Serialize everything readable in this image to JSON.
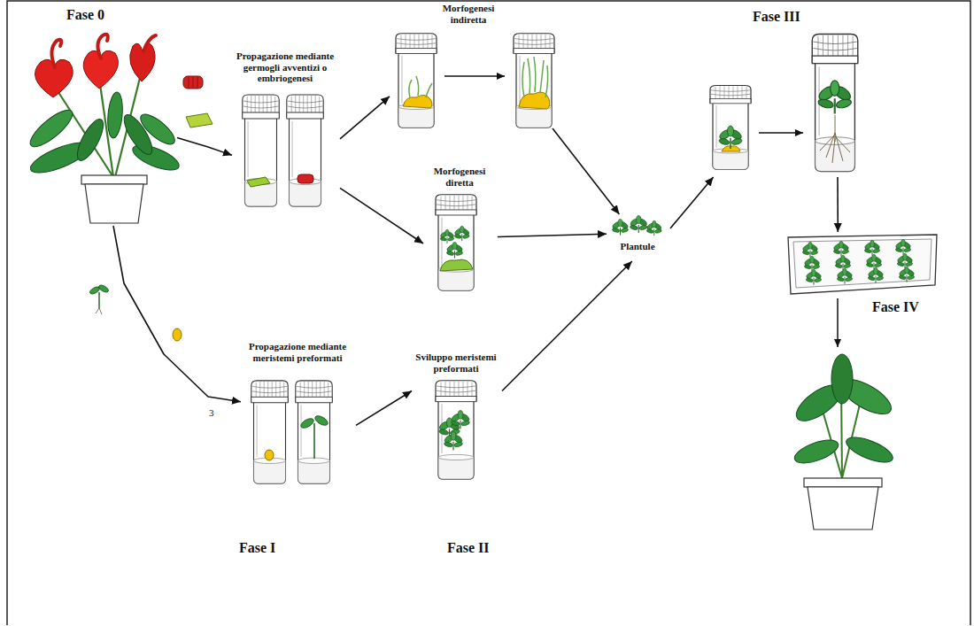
{
  "diagram": {
    "nodes": [
      {
        "text": [
          "Fase 0"
        ]
      },
      {
        "text": [
          "Propagazione mediante germogli avventizi o embriogenesi"
        ]
      },
      {
        "text": [
          "Morfogenesi indiretta"
        ]
      },
      {
        "text": [
          "Morfogenesi diretta"
        ]
      },
      {
        "text": [
          "Propagazione mediante meristemi preformati"
        ]
      },
      {
        "text": [
          "Sviluppo meristemi preformati"
        ]
      },
      {
        "text": [
          "Plantule"
        ]
      },
      {
        "text": [
          "Fase III"
        ]
      },
      {
        "text": [
          "Fase IV"
        ]
      }
    ],
    "edges": [
      {
        "from": 0,
        "to": 1,
        "arrow": "to"
      },
      {
        "from": 1,
        "to": 2,
        "arrow": "to"
      },
      {
        "from": 1,
        "to": 3,
        "arrow": "to"
      },
      {
        "from": 2,
        "to": 6,
        "arrow": "to"
      },
      {
        "from": 3,
        "to": 6,
        "arrow": "to"
      },
      {
        "from": 0,
        "to": 4,
        "arrow": "to"
      },
      {
        "from": 4,
        "to": 5,
        "arrow": "to"
      },
      {
        "from": 5,
        "to": 6,
        "arrow": "to"
      },
      {
        "from": 6,
        "to": 7,
        "arrow": "to"
      },
      {
        "from": 7,
        "to": 8,
        "arrow": "to"
      }
    ],
    "labels": [
      "Fase I",
      "Fase II",
      "3"
    ]
  }
}
